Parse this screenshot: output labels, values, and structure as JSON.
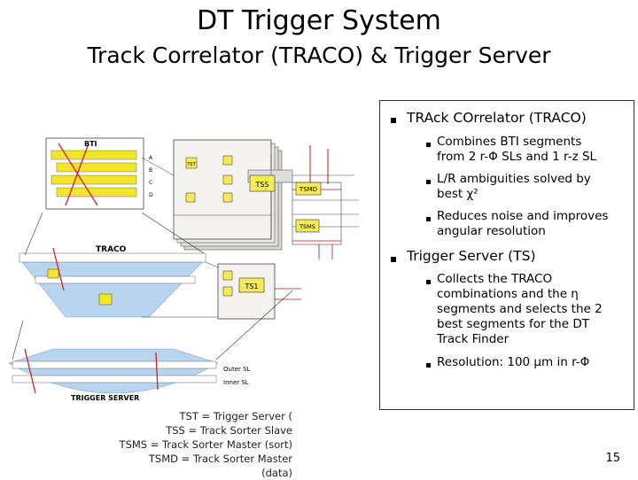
{
  "slide": {
    "title": "DT Trigger System",
    "subtitle": "Track Correlator (TRACO) & Trigger Server",
    "page_number": "15"
  },
  "bullets": {
    "traco_heading": "TRAck COrrelator (TRACO)",
    "traco_items": [
      [
        "Combines BTI segments",
        "from 2 r-Φ SLs and 1 r-z SL"
      ],
      [
        "L/R ambiguities solved by",
        "best χ²"
      ],
      [
        "Reduces noise and improves",
        "angular resolution"
      ]
    ],
    "ts_heading": "Trigger Server (TS)",
    "ts_items": [
      [
        "Collects the TRACO",
        "combinations and the η",
        "segments and selects the 2",
        "best segments for the DT",
        "Track Finder"
      ],
      [
        "Resolution: 100 μm in r-Φ"
      ]
    ]
  },
  "diagram": {
    "bti_label": "BTI",
    "traco_label": "TRACO",
    "trigger_server_label": "TRIGGER SERVER",
    "outer_sl": "Outer SL",
    "inner_sl": "Inner SL",
    "box_tss": "TSS",
    "box_tsmd": "TSMD",
    "box_tsms": "TSMS",
    "box_tst": "TST",
    "box_ts1": "TS1",
    "bti_rows": [
      "A",
      "B",
      "C",
      "D"
    ]
  },
  "legend": [
    "TST = Trigger Server (",
    "TSS = Track Sorter Slave",
    "TSMS = Track Sorter Master (sort)",
    "TSMD = Track Sorter Master (data)"
  ],
  "colors": {
    "bti_yellow": "#f2e62a",
    "traco_fan": "#b8d4ee",
    "track_red": "#d42020",
    "board_gray": "#ecebe6"
  }
}
